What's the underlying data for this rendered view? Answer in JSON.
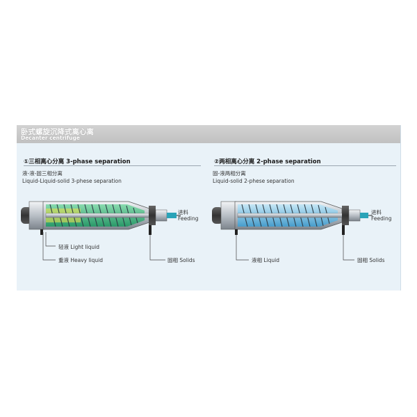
{
  "header": {
    "title_cn": "卧式螺旋沉降式离心离",
    "title_en": "Decanter centrifuge"
  },
  "section1": {
    "title": "①三相离心分离 3-phase separation",
    "subtitle_cn": "液-液-固三相分离",
    "subtitle_en": "Liquid-Liquid-solid 3-phese separation",
    "labels": {
      "feed_cn": "进料",
      "feed_en": "Feeding",
      "light": "轻液 Light liquid",
      "heavy": "重液 Heavy liquid",
      "solids": "固相 Solids"
    }
  },
  "section2": {
    "title": "②两相离心分离 2-phase separation",
    "subtitle_cn": "固-液两相分离",
    "subtitle_en": "Liquid-solid 2-phese separation",
    "labels": {
      "feed_cn": "进料",
      "feed_en": "Feeding",
      "liquid": "液相 Liquid",
      "solids": "固相 Solids"
    }
  },
  "colors": {
    "background": "#e9f2f8",
    "header": "#c8c8c8",
    "liquid_green": "#33b37a",
    "liquid_blue": "#4fb0e0",
    "solids_gray": "#8c8f94",
    "guide_lines": "#444444"
  }
}
